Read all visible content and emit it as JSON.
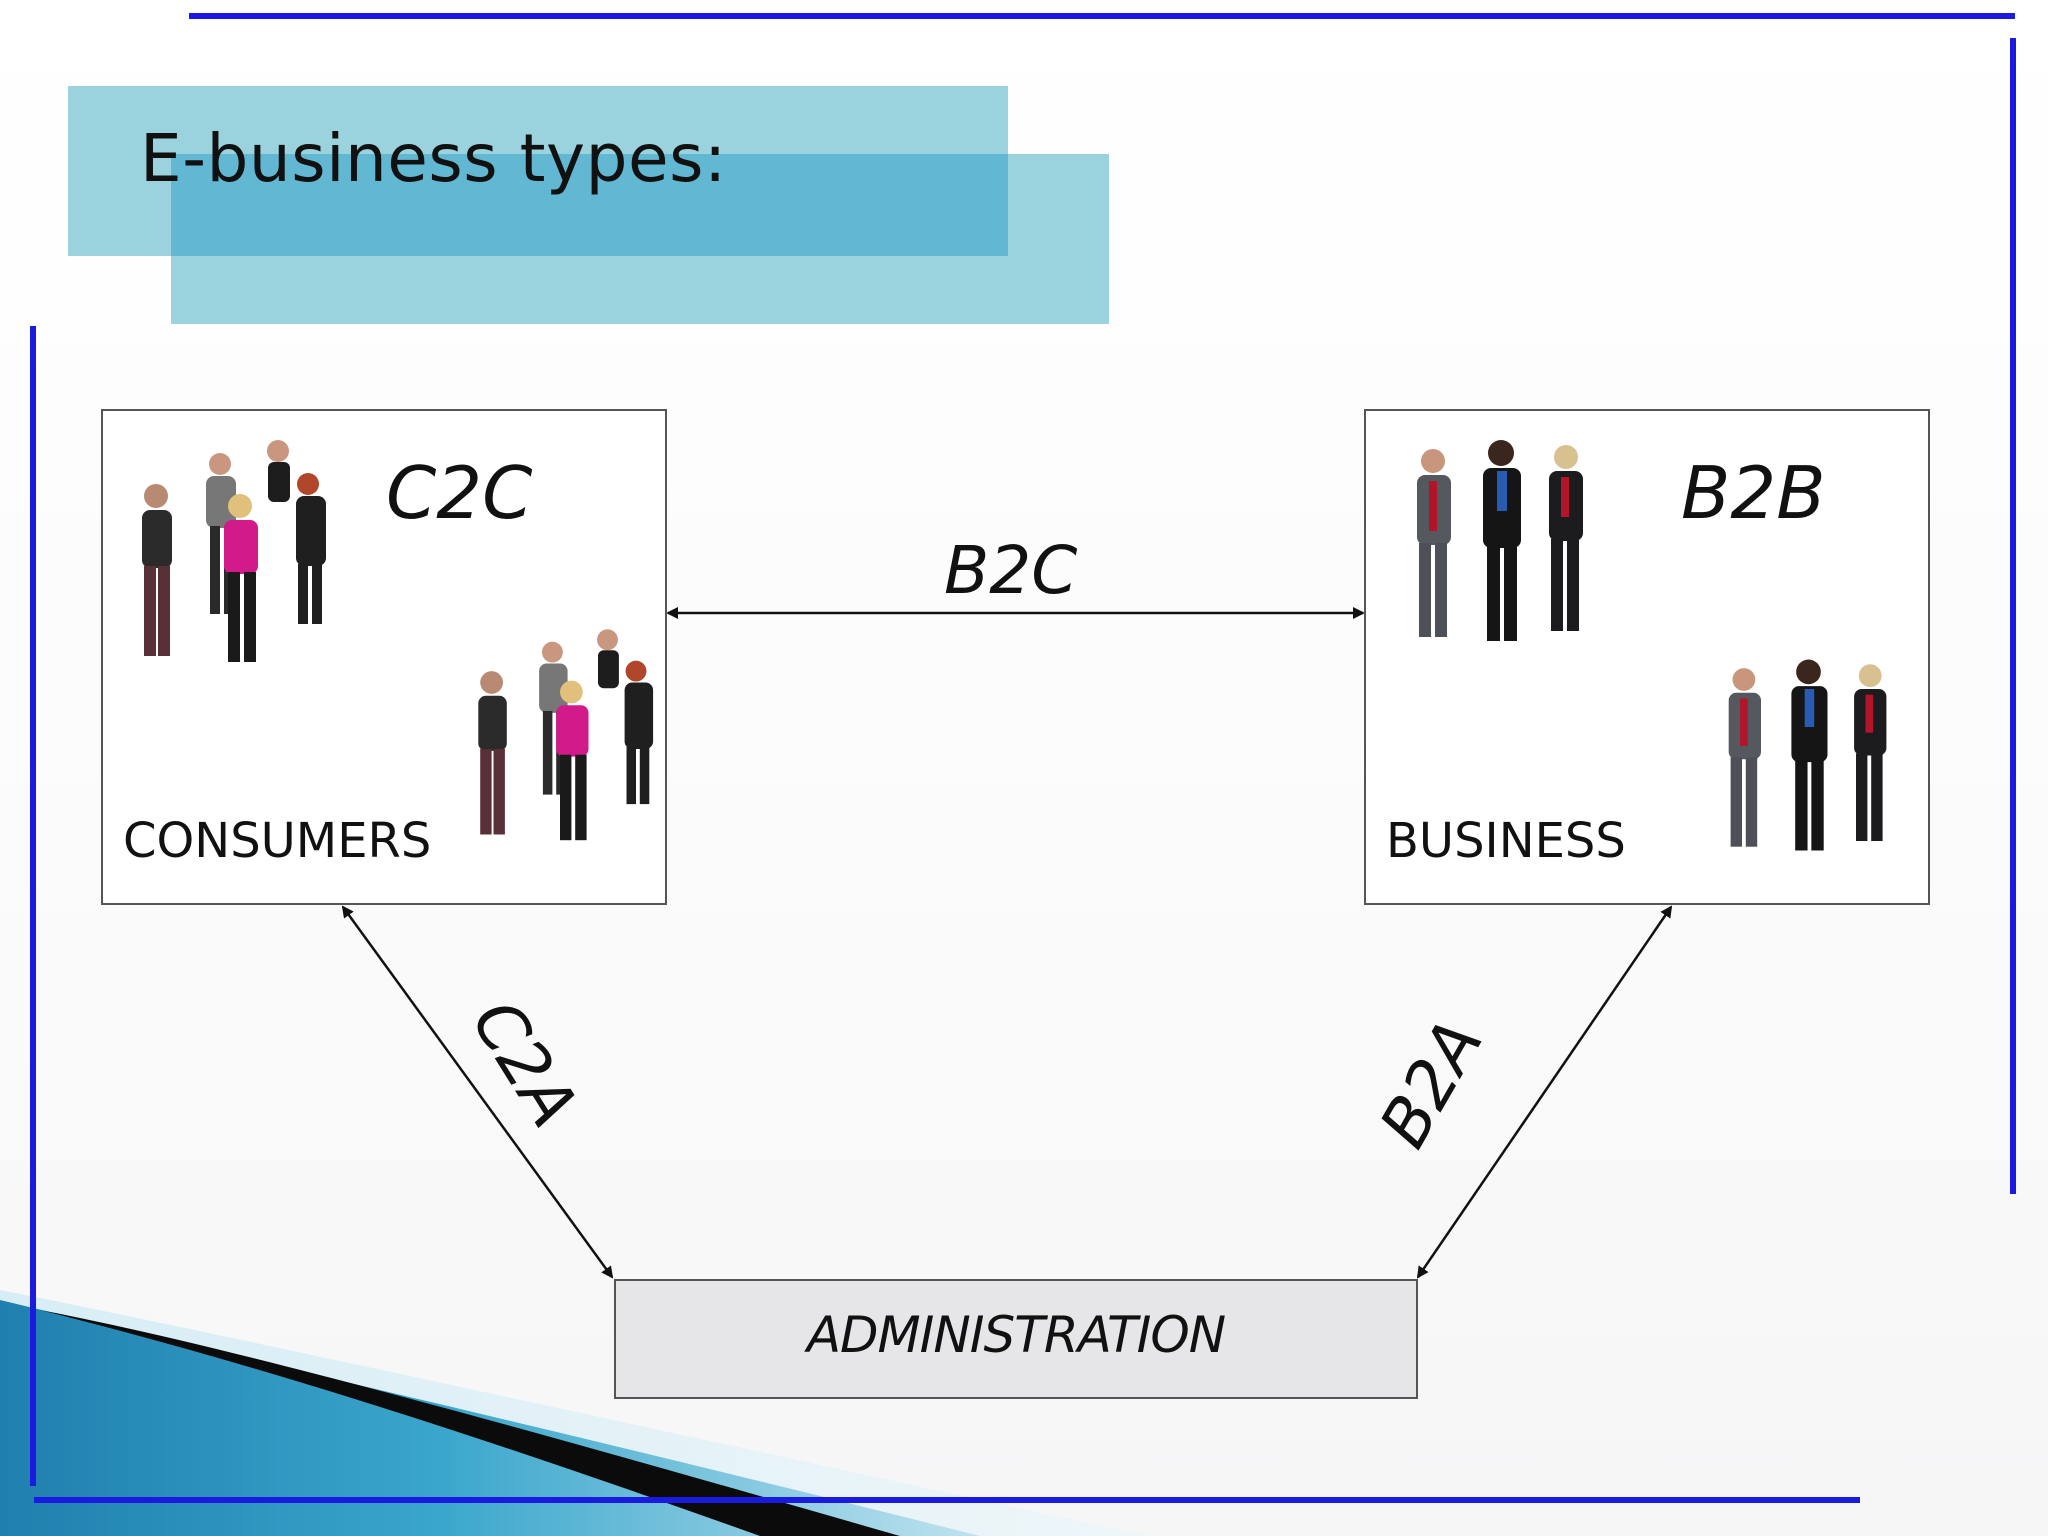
{
  "slide": {
    "title": "E-business types:",
    "colors": {
      "accent_line": "#1a1ae0",
      "title_band_light": "#9ad2de",
      "title_band_dark": "#62b8d3",
      "admin_fill": "#e6e5e8",
      "swoosh_blue": "#3aa6cc",
      "swoosh_black": "#0b0b0b"
    }
  },
  "diagram": {
    "consumers": {
      "code": "C2C",
      "label": "CONSUMERS",
      "image": "group-of-casual-people-icon"
    },
    "business": {
      "code": "B2B",
      "label": "BUSINESS",
      "image": "group-of-business-people-icon"
    },
    "administration": {
      "label": "ADMINISTRATION"
    },
    "relations": {
      "b2c": "B2C",
      "c2a": "C2A",
      "b2a": "B2A"
    }
  }
}
